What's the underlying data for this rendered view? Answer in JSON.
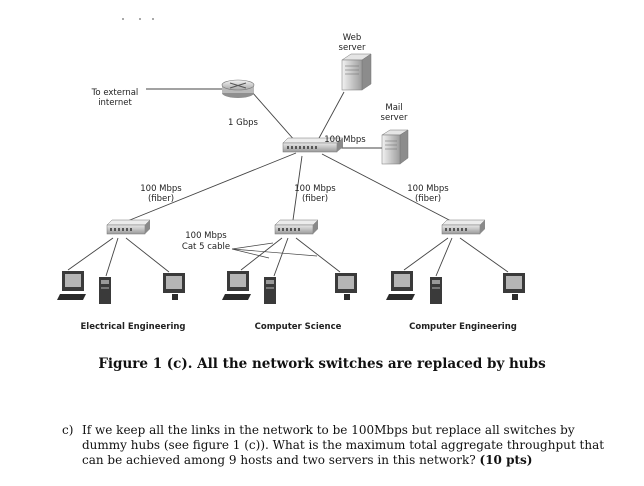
{
  "diagram": {
    "labels": {
      "external": [
        "To external",
        "internet"
      ],
      "web_server": [
        "Web",
        "server"
      ],
      "mail_server": [
        "Mail",
        "server"
      ],
      "link_router": "1 Gbps",
      "link_mail": "100 Mbps",
      "link_left": [
        "100 Mbps",
        "(fiber)"
      ],
      "link_center": [
        "100 Mbps",
        "(fiber)"
      ],
      "link_right": [
        "100 Mbps",
        "(fiber)"
      ],
      "cable": [
        "100 Mbps",
        "Cat 5 cable"
      ]
    },
    "departments": {
      "left": "Electrical Engineering",
      "center": "Computer Science",
      "right": "Computer Engineering"
    }
  },
  "caption": "Figure 1 (c). All the network switches are replaced by hubs",
  "question": {
    "label": "c)",
    "text": "If we keep all the links in the network to be 100Mbps but replace all switches by dummy hubs (see figure 1 (c)). What is the maximum total aggregate throughput that can be achieved among 9 hosts and two servers in this network?",
    "points": "(10 pts)"
  }
}
